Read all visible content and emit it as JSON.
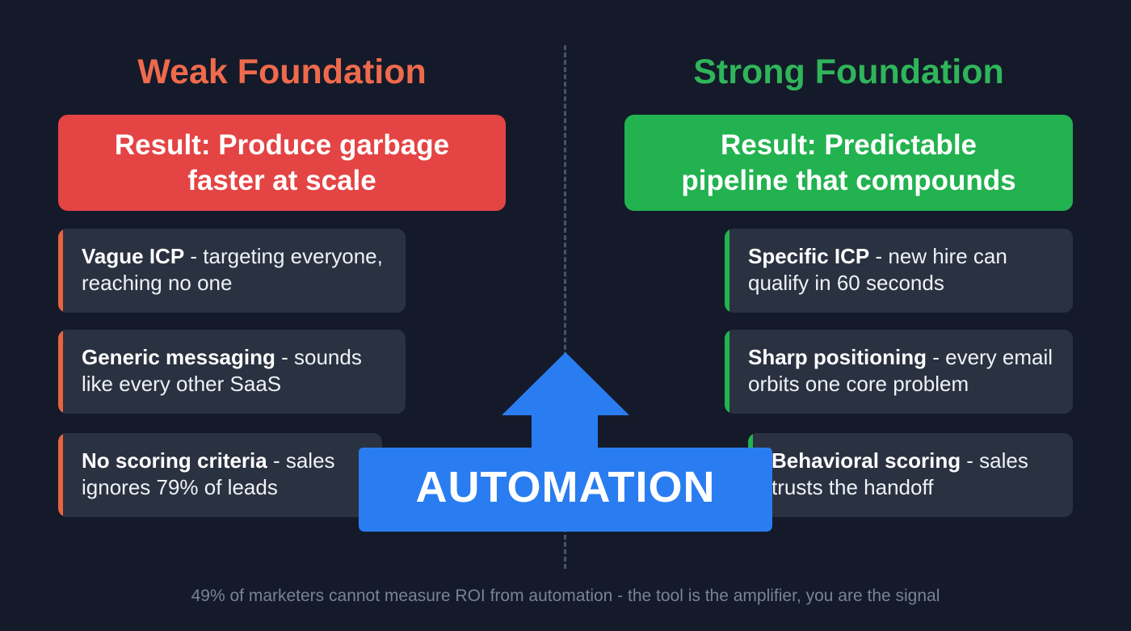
{
  "left": {
    "heading": "Weak Foundation",
    "result_line1": "Result: Produce garbage",
    "result_line2": "faster at scale",
    "cards": [
      {
        "bold": "Vague ICP",
        "rest": " - targeting everyone, reaching no one"
      },
      {
        "bold": "Generic messaging",
        "rest": " - sounds like every other SaaS"
      },
      {
        "bold": "No scoring criteria",
        "rest": " - sales ignores 79% of leads"
      }
    ]
  },
  "right": {
    "heading": "Strong Foundation",
    "result_line1": "Result: Predictable",
    "result_line2": "pipeline that compounds",
    "cards": [
      {
        "bold": "Specific ICP",
        "rest": " - new hire can qualify in 60 seconds"
      },
      {
        "bold": "Sharp positioning",
        "rest": " - every email orbits one core problem"
      },
      {
        "bold": "Behavioral scoring",
        "rest": " - sales trusts the handoff"
      }
    ]
  },
  "center": {
    "label": "AUTOMATION",
    "arrow_icon": "up-arrow-icon"
  },
  "footer": "49% of marketers cannot measure ROI from automation - the tool is the amplifier, you are the signal",
  "colors": {
    "background": "#141a2a",
    "weak": "#e44444",
    "weak_heading": "#ef6a4c",
    "strong": "#22b24f",
    "card": "#2a3140",
    "automation": "#2a7df0"
  }
}
